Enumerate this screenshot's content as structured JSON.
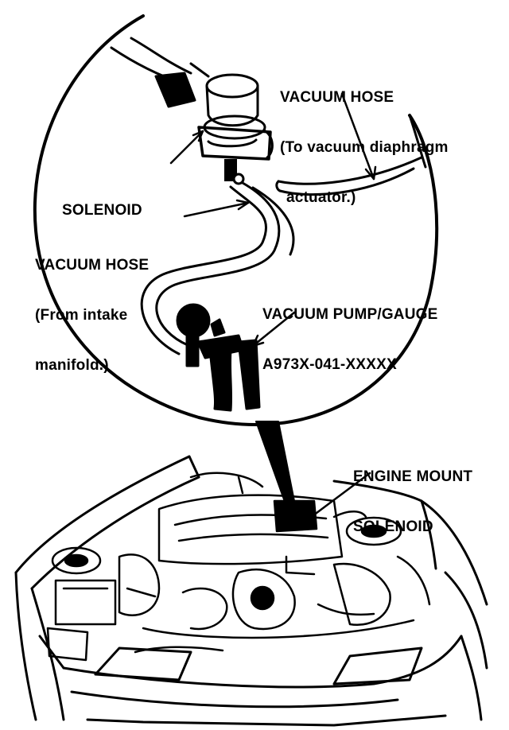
{
  "labels": {
    "vacuum_hose_top": {
      "line1": "VACUUM HOSE",
      "line2": "(To vacuum diaphragm",
      "line3": "actuator.)"
    },
    "solenoid": "SOLENOID",
    "vacuum_hose_left": {
      "line1": "VACUUM HOSE",
      "line2": "(From intake",
      "line3": "manifold.)"
    },
    "pump_gauge": {
      "line1": "VACUUM PUMP/GAUGE",
      "line2": "A973X-041-XXXXX"
    },
    "engine_mount": {
      "line1": "ENGINE MOUNT",
      "line2": "SOLENOID"
    }
  },
  "colors": {
    "ink": "#000000",
    "paper": "#ffffff"
  }
}
